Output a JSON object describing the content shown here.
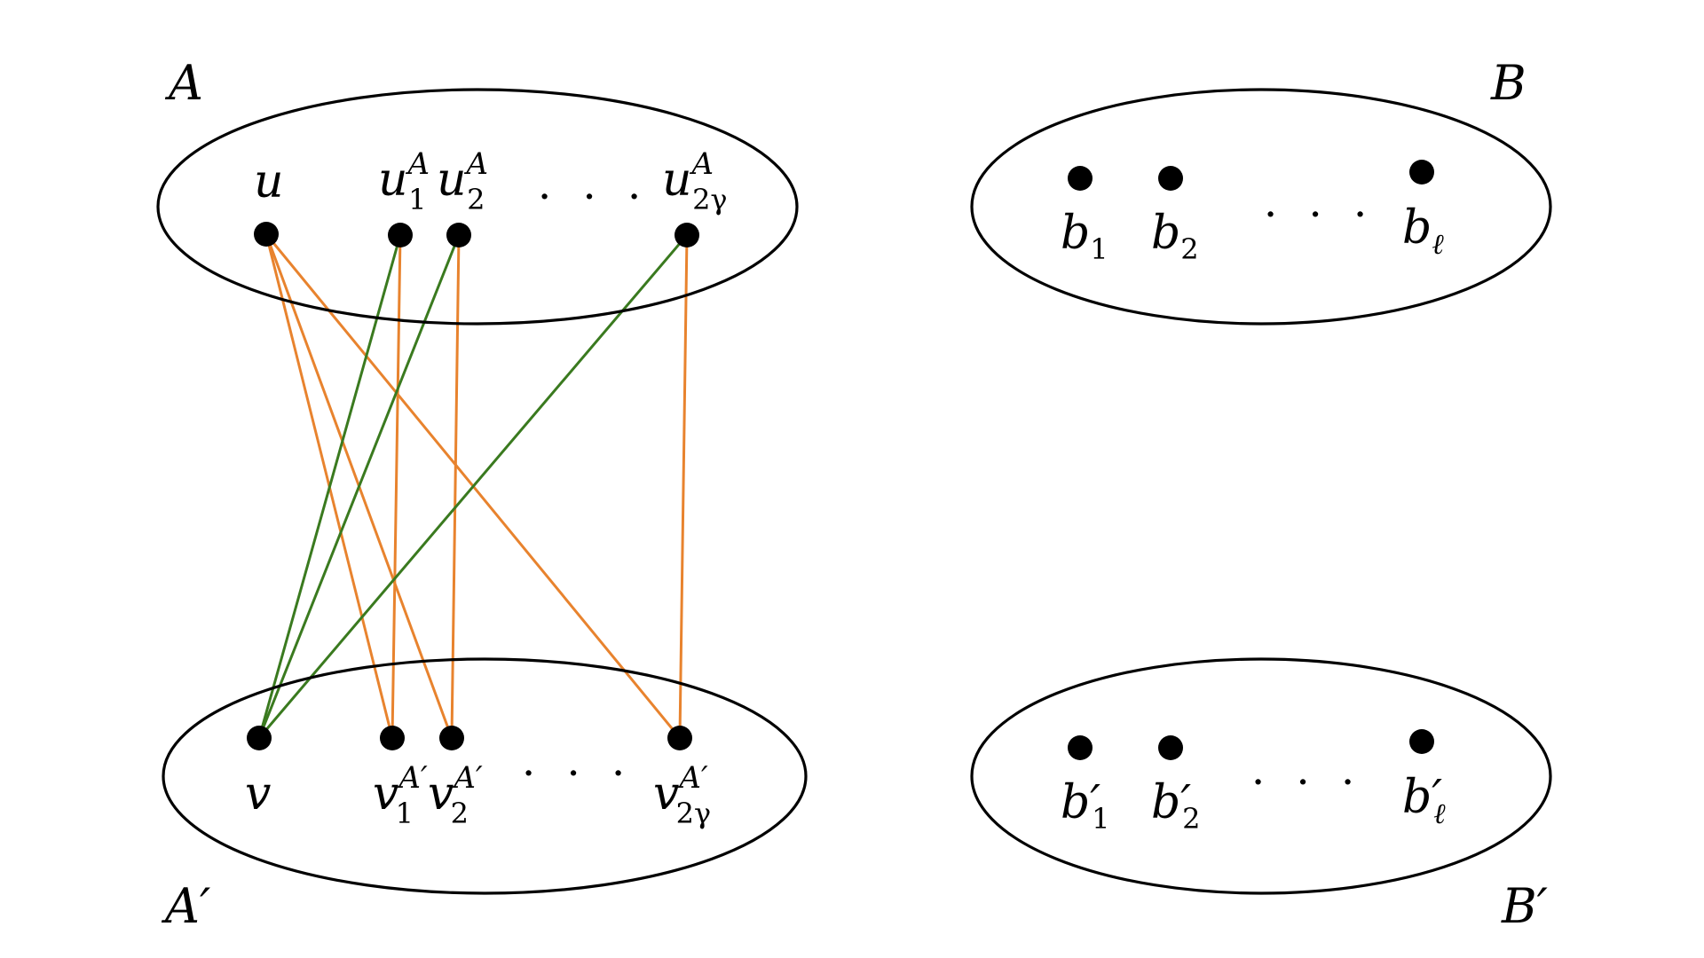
{
  "sets": {
    "A": {
      "name": "A"
    },
    "B": {
      "name": "B"
    },
    "A_prime": {
      "name": "A′"
    },
    "B_prime": {
      "name": "B′"
    }
  },
  "colors": {
    "green_edge": "#3a7a1f",
    "orange_edge": "#e8832e",
    "ellipse": "#000000",
    "vertex": "#000000"
  },
  "ellipsis": "· · ·",
  "vertices": {
    "u": {
      "base": "u"
    },
    "u1": {
      "base": "u",
      "sub": "1",
      "sup": "A"
    },
    "u2": {
      "base": "u",
      "sub": "2",
      "sup": "A"
    },
    "u2g": {
      "base": "u",
      "sub": "2γ",
      "sup": "A"
    },
    "v": {
      "base": "v"
    },
    "v1": {
      "base": "v",
      "sub": "1",
      "sup": "A′"
    },
    "v2": {
      "base": "v",
      "sub": "2",
      "sup": "A′"
    },
    "v2g": {
      "base": "v",
      "sub": "2γ",
      "sup": "A′"
    },
    "b1": {
      "base": "b",
      "sub": "1"
    },
    "b2": {
      "base": "b",
      "sub": "2"
    },
    "bl": {
      "base": "b",
      "sub": "ℓ"
    },
    "bp1": {
      "base": "b′",
      "sub": "1"
    },
    "bp2": {
      "base": "b′",
      "sub": "2"
    },
    "bpl": {
      "base": "b′",
      "sub": "ℓ"
    }
  },
  "edges": {
    "green": [
      [
        "u1",
        "v"
      ],
      [
        "u2",
        "v"
      ],
      [
        "u2g",
        "v"
      ]
    ],
    "orange": [
      [
        "u",
        "v1"
      ],
      [
        "u",
        "v2"
      ],
      [
        "u",
        "v2g"
      ],
      [
        "u1",
        "v1"
      ],
      [
        "u2",
        "v2"
      ],
      [
        "u2g",
        "v2g"
      ]
    ]
  }
}
